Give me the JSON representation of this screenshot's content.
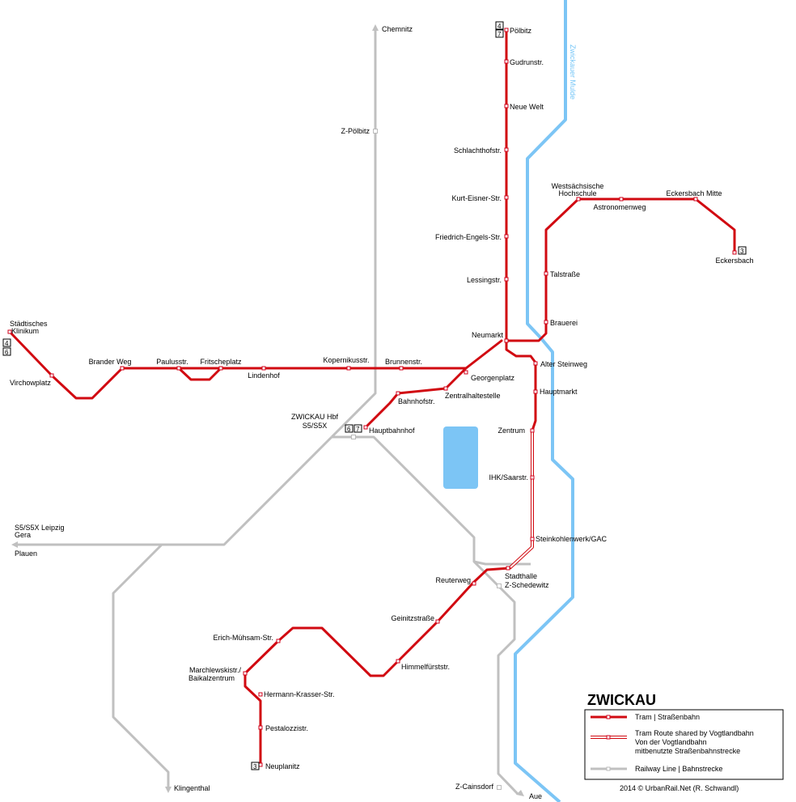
{
  "title": "ZWICKAU",
  "river_label": "Zwickauer Mulde",
  "credit": "2014 © UrbanRail.Net (R. Schwandl)",
  "colors": {
    "tram": "#d10a11",
    "rail": "#c0c0c0",
    "river": "#7cc5f5",
    "lake": "#7cc5f5"
  },
  "legend": {
    "tram": "Tram | Straßenbahn",
    "shared_1": "Tram Route shared by Vogtlandbahn",
    "shared_2": "Von der Vogtlandbahn",
    "shared_3": "mitbenutzte Straßenbahnstrecke",
    "rail": "Railway Line | Bahnstrecke"
  },
  "line_badges": {
    "poelbitz_a": "4",
    "poelbitz_b": "7",
    "klinikum_a": "4",
    "klinikum_b": "6",
    "eckersbach": "3",
    "hbf_a": "6",
    "hbf_b": "7",
    "neuplanitz": "3"
  },
  "stations": {
    "poelbitz": "Pölbitz",
    "gudrunstr": "Gudrunstr.",
    "neue_welt": "Neue Welt",
    "schlachthofstr": "Schlachthofstr.",
    "kurt_eisner": "Kurt-Eisner-Str.",
    "friedrich_engels": "Friedrich-Engels-Str.",
    "lessingstr": "Lessingstr.",
    "neumarkt": "Neumarkt",
    "westsaechsische_1": "Westsächsische",
    "westsaechsische_2": "Hochschule",
    "astronomenweg": "Astronomenweg",
    "eckersbach_mitte": "Eckersbach Mitte",
    "eckersbach": "Eckersbach",
    "talstrasse": "Talstraße",
    "brauerei": "Brauerei",
    "klinikum_1": "Städtisches",
    "klinikum_2": "Klinikum",
    "virchowplatz": "Virchowplatz",
    "brander_weg": "Brander Weg",
    "paulusstr": "Paulusstr.",
    "fritscheplatz": "Fritscheplatz",
    "lindenhof": "Lindenhof",
    "kopernikusstr": "Kopernikusstr.",
    "brunnenstr": "Brunnenstr.",
    "georgenplatz": "Georgenplatz",
    "zentralhaltestelle": "Zentralhaltestelle",
    "bahnhofstr": "Bahnhofstr.",
    "hauptbahnhof": "Hauptbahnhof",
    "hbf_1": "ZWICKAU Hbf",
    "hbf_2": "S5/S5X",
    "alter_steinweg": "Alter Steinweg",
    "hauptmarkt": "Hauptmarkt",
    "zentrum": "Zentrum",
    "ihk": "IHK/Saarstr.",
    "steinkohlenwerk": "Steinkohlenwerk/GAC",
    "stadthalle": "Stadthalle",
    "z_schedewitz": "Z-Schedewitz",
    "reuterweg": "Reuterweg",
    "geinitzstrasse": "Geinitzstraße",
    "himmelfuerststr": "Himmelfürststr.",
    "erich_muehsam": "Erich-Mühsam-Str.",
    "marchlewski_1": "Marchlewskistr./",
    "marchlewski_2": "Baikalzentrum",
    "hermann_krasser": "Hermann-Krasser-Str.",
    "pestalozzistr": "Pestalozzistr.",
    "neuplanitz": "Neuplanitz",
    "chemnitz": "Chemnitz",
    "z_poelbitz": "Z-Pölbitz",
    "leipzig_1": "S5/S5X  Leipzig",
    "leipzig_2": "Gera",
    "plauen": "Plauen",
    "klingenthal": "Klingenthal",
    "z_cainsdorf": "Z-Cainsdorf",
    "aue": "Aue"
  }
}
